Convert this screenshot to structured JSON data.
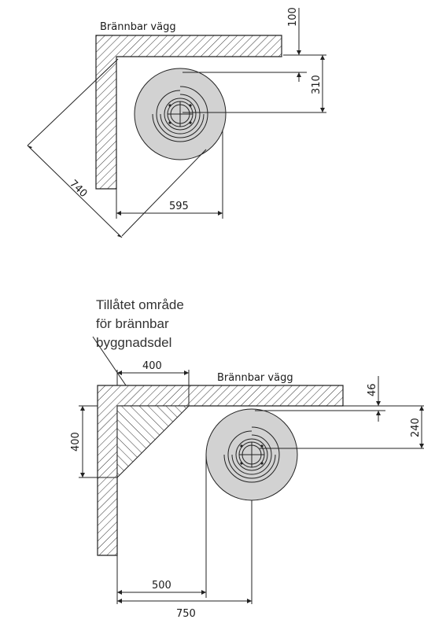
{
  "colors": {
    "stove_fill": "#d2d2d2",
    "line": "#222222",
    "background": "#ffffff"
  },
  "top": {
    "wall_label": "Brännbar vägg",
    "dims": {
      "top_clearance": "100",
      "center_offset": "310",
      "side_distance": "595",
      "diagonal": "740"
    }
  },
  "bottom": {
    "area_note": [
      "Tillåtet område",
      "för brännbar",
      "byggnadsdel"
    ],
    "wall_label": "Brännbar vägg",
    "dims": {
      "zone_width": "400",
      "zone_height": "400",
      "top_clearance": "46",
      "center_offset": "240",
      "side_distance": "500",
      "center_distance": "750"
    }
  }
}
